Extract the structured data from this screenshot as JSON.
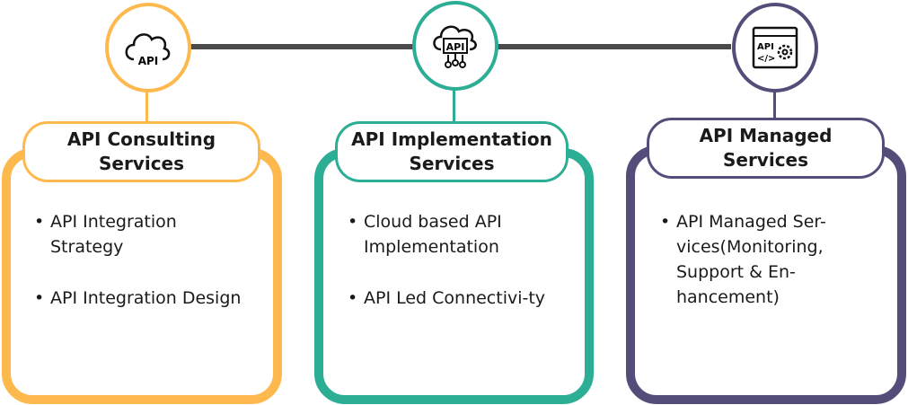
{
  "colors": {
    "consulting": "#FDB94E",
    "implementation": "#2BAE94",
    "managed": "#544D7A",
    "connector": "#4a4a4a"
  },
  "columns": [
    {
      "id": "consulting",
      "icon": "cloud-api-icon",
      "icon_text": "API",
      "title_line1": "API Consulting",
      "title_line2": "Services",
      "items": [
        "API Integration Strategy",
        "API Integration Design"
      ]
    },
    {
      "id": "implementation",
      "icon": "cloud-api-network-icon",
      "icon_text": "API",
      "title_line1": "API Implementation",
      "title_line2": "Services",
      "items": [
        "Cloud based API Implementation",
        "API Led Connectivi-ty"
      ]
    },
    {
      "id": "managed",
      "icon": "api-window-gear-icon",
      "icon_text": "API",
      "title_line1": "API Managed",
      "title_line2": "Services",
      "items": [
        "API Managed Ser-vices(Monitoring, Support & En-hancement)"
      ]
    }
  ]
}
